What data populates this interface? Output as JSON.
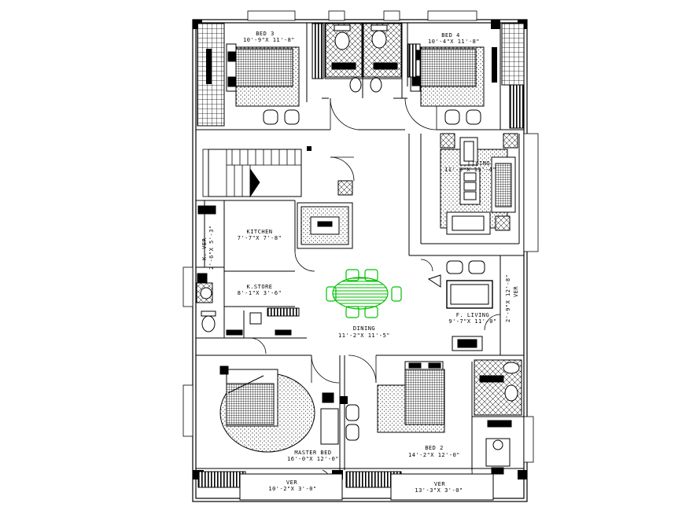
{
  "rooms": {
    "bed3": {
      "name": "BED 3",
      "size": "10'-9\"X 11'-8\""
    },
    "bed4": {
      "name": "BED 4",
      "size": "10'-4\"X 11'-8\""
    },
    "living": {
      "name": "LIVING",
      "size": "11'-9\"X 13'-4\""
    },
    "kitchen": {
      "name": "KITCHEN",
      "size": "7'-7\"X 7'-8\""
    },
    "kver": {
      "name": "K. VER",
      "size": "2'-6\"X 5'-3\""
    },
    "kstore": {
      "name": "K.STORE",
      "size": "8'-1\"X 3'-6\""
    },
    "dining": {
      "name": "DINING",
      "size": "11'-2\"X 11'-5\""
    },
    "fliving": {
      "name": "F. LIVING",
      "size": "9'-7\"X 11'-0\""
    },
    "ver_right": {
      "name": "VER",
      "size": "2'-9\"X 12'-8\""
    },
    "master": {
      "name": "MASTER BED",
      "size": "16'-0\"X 12'-0\""
    },
    "bed2": {
      "name": "BED 2",
      "size": "14'-2\"X 12'-0\""
    },
    "ver_bl": {
      "name": "VER",
      "size": "10'-2\"X 3'-0\""
    },
    "ver_br": {
      "name": "VER",
      "size": "13'-3\"X 3'-0\""
    }
  },
  "colors": {
    "line": "#000000",
    "dining_set": "#00c000",
    "background": "#ffffff"
  }
}
